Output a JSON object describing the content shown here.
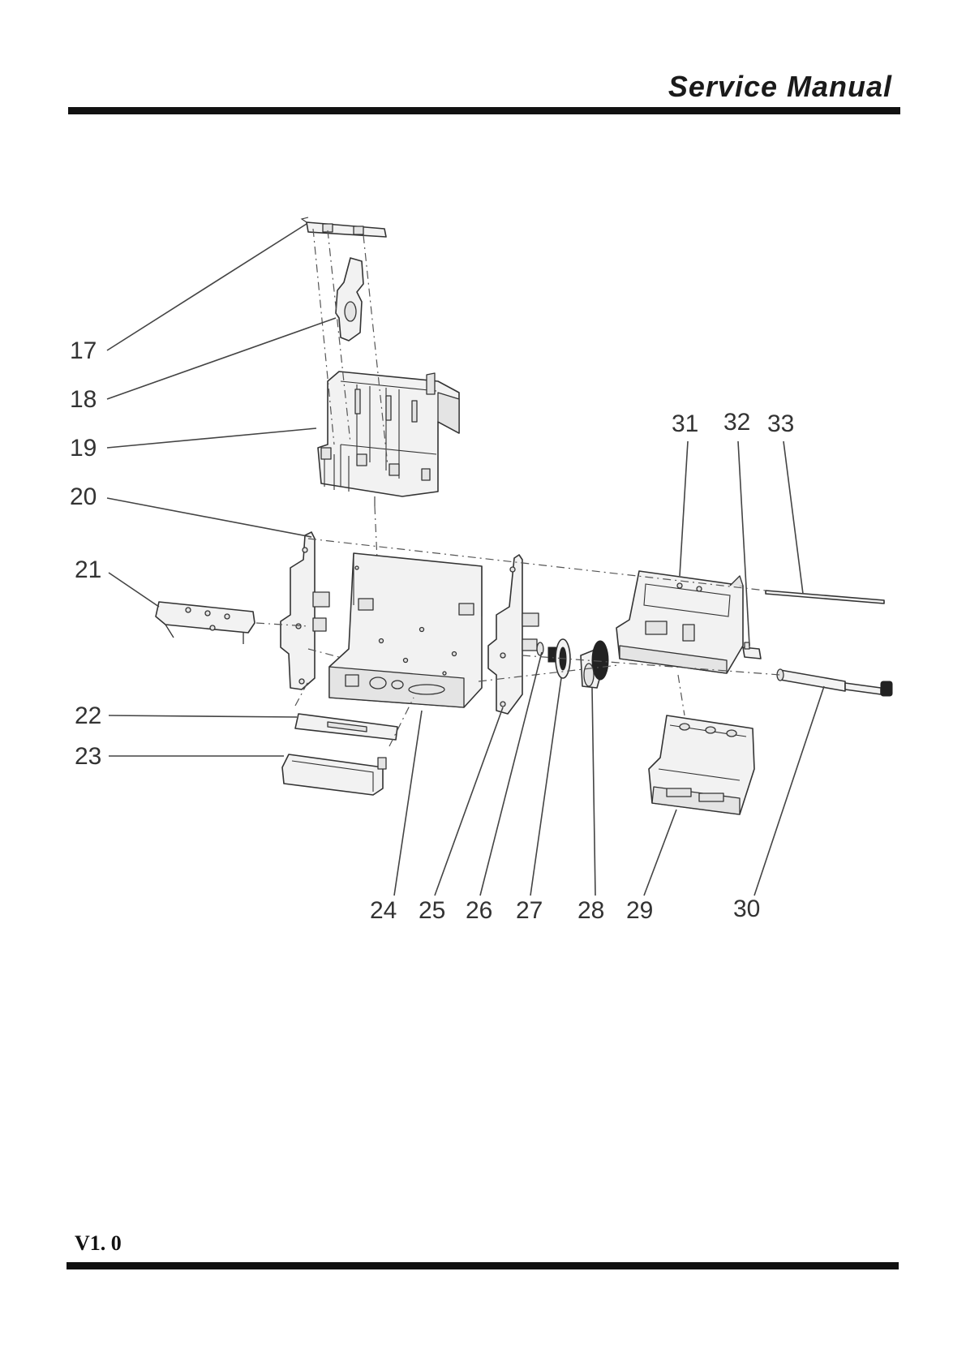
{
  "header": {
    "title": "Service Manual"
  },
  "footer": {
    "version": "V1. 0"
  },
  "callouts": [
    "17",
    "18",
    "19",
    "20",
    "21",
    "22",
    "23",
    "24",
    "25",
    "26",
    "27",
    "28",
    "29",
    "30",
    "31",
    "32",
    "33"
  ]
}
